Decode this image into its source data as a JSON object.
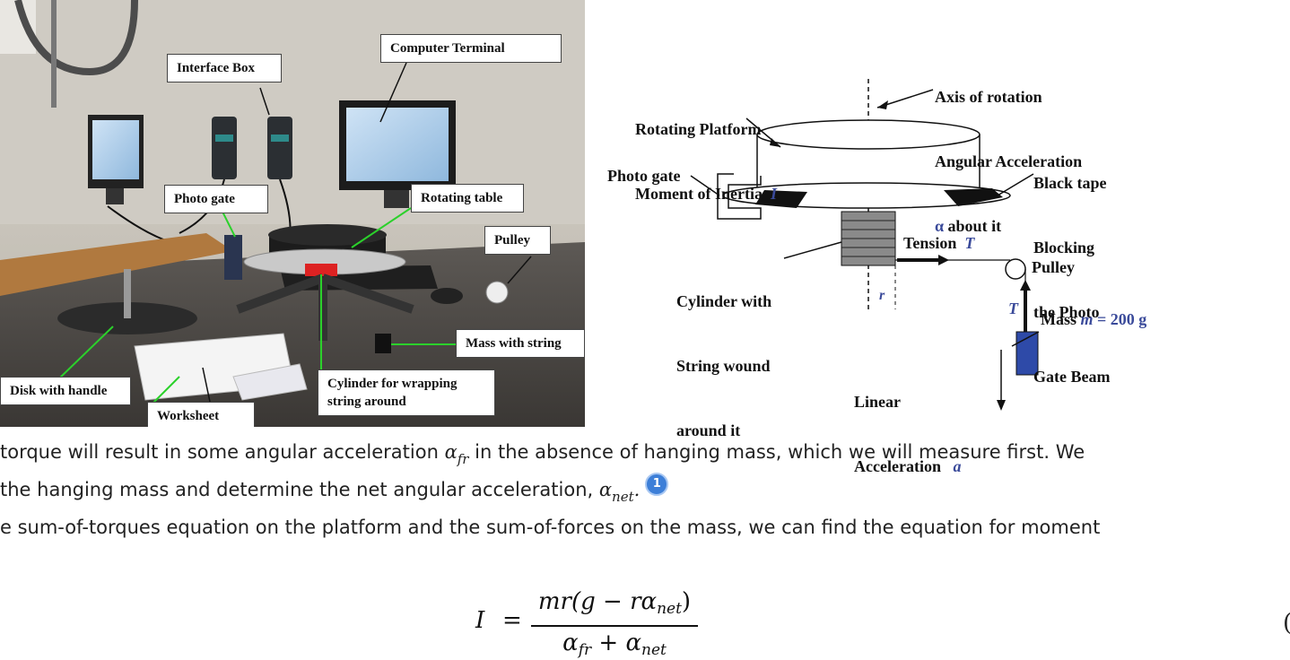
{
  "photo": {
    "callouts": {
      "computer_terminal": "Computer Terminal",
      "interface_box": "Interface Box",
      "photo_gate": "Photo gate",
      "rotating_table": "Rotating table",
      "pulley": "Pulley",
      "mass_with_string": "Mass with string",
      "disk_with_handle": "Disk with handle",
      "worksheet": "Worksheet",
      "cylinder_line1": "Cylinder for wrapping",
      "cylinder_line2": "string around"
    },
    "arrow_color": "#2bd12b"
  },
  "diagram": {
    "axis_line1": "Axis of rotation",
    "axis_line2": "Angular Acceleration",
    "axis_alpha": "α",
    "axis_line3": " about it",
    "platform_line1": "Rotating Platform",
    "platform_line2": "Moment of Inertia",
    "platform_var": "I",
    "tape_line1": "Black tape",
    "tape_line2": "Blocking",
    "tape_line3": "the Photo",
    "tape_line4": "Gate Beam",
    "photo_gate": "Photo gate",
    "cylinder_line1": "Cylinder with",
    "cylinder_line2": "String wound",
    "cylinder_line3": "around it",
    "tension": "Tension",
    "tension_var": "T",
    "radius_var": "r",
    "pulley": "Pulley",
    "t_var": "T",
    "mass_label": "Mass",
    "mass_var": "m",
    "mass_value": " = 200 g",
    "linear_line1": "Linear",
    "linear_line2": "Acceleration",
    "linear_var": "a",
    "mass_color": "#2e4aa8"
  },
  "text": {
    "line1_a": " torque will result in some angular acceleration ",
    "line1_alpha": "α",
    "line1_sub": "fr",
    "line1_b": " in the absence of hanging mass, which we will measure first. We",
    "line2_a": " the hanging mass and determine the net angular acceleration, ",
    "line2_alpha": "α",
    "line2_sub": "net",
    "line2_b": ".",
    "footnote": "1",
    "line3": "e sum-of-torques equation on the platform and the sum-of-forces on the mass, we can find the equation for moment"
  },
  "equation": {
    "lhs": "I",
    "equals": "=",
    "numerator_a": "mr(g − rα",
    "numerator_sub": "net",
    "numerator_b": ")",
    "denominator_a": "α",
    "denominator_sub1": "fr",
    "denominator_b": " + α",
    "denominator_sub2": "net",
    "number": "("
  }
}
